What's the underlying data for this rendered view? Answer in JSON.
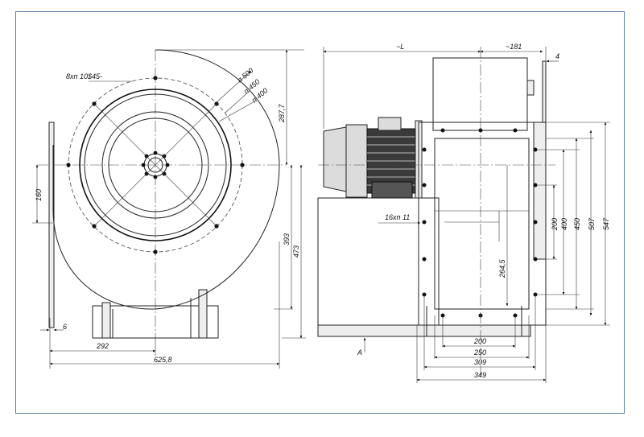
{
  "frame_color": "#5a7fa8",
  "front_view": {
    "bolt_circle_note": "8xп 10$45-",
    "diameters": [
      "п 500",
      "п 450",
      "п 400"
    ],
    "height_upper": "287,7",
    "height_lower": "393",
    "height_total": "473",
    "left_height": "160",
    "flange_thickness": "6",
    "width_left": "292",
    "width_total": "625,8"
  },
  "side_view": {
    "length": "~L",
    "motor_offset": "~181",
    "flange_thickness": "4",
    "holes_note": "16хп 11",
    "axis_height": "264,5",
    "section_label": "A",
    "vertical_dims": [
      "200",
      "400",
      "450",
      "507",
      "547"
    ],
    "horizontal_dims": [
      "200",
      "250",
      "309",
      "349"
    ]
  }
}
